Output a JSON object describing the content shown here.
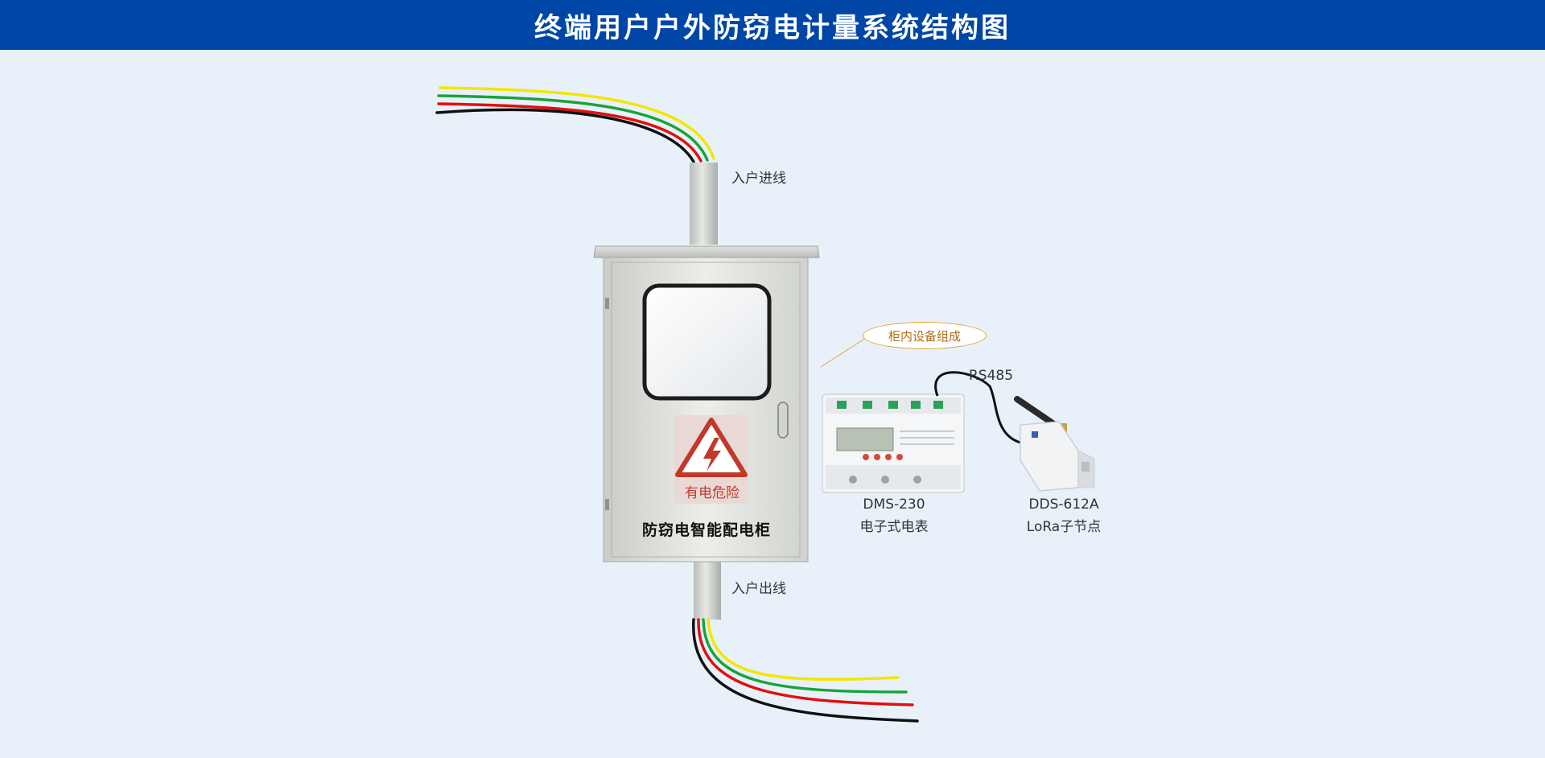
{
  "title": "终端用户户外防窃电计量系统结构图",
  "colors": {
    "title_bar": "#0046a6",
    "background": "#e8f1fa",
    "wire_yellow": "#f3e600",
    "wire_green": "#1aa33a",
    "wire_red": "#e01010",
    "wire_black": "#111111"
  },
  "labels": {
    "incoming_line": "入户进线",
    "outgoing_line": "入户出线",
    "cabinet_devices": "柜内设备组成",
    "rs485": "RS485",
    "meter_model": "DMS-230",
    "meter_name": "电子式电表",
    "node_model": "DDS-612A",
    "node_name": "LoRa子节点"
  },
  "cabinet": {
    "warning_text": "有电危险",
    "name": "防窃电智能配电柜"
  },
  "icons": [
    "lightning-warning-icon",
    "antenna-icon"
  ]
}
